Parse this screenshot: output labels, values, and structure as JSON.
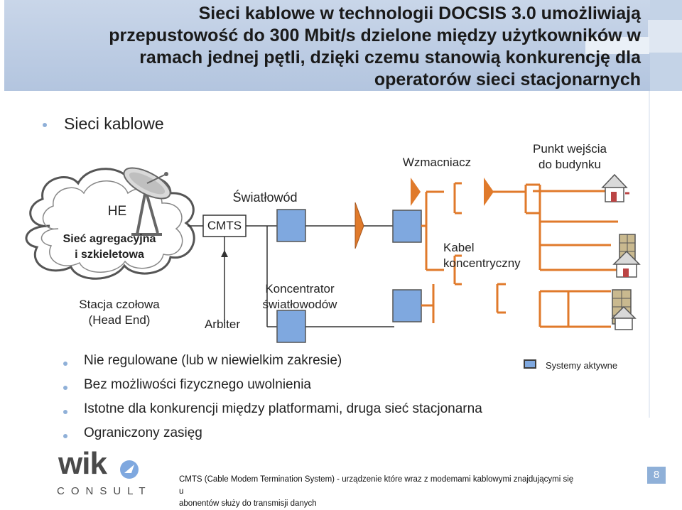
{
  "title": {
    "line1": "Sieci kablowe w technologii DOCSIS 3.0 umożliwiają",
    "line2": "przepustowość do 300 Mbit/s dzielone między użytkowników w",
    "line3": "ramach jednej pętli, dzięki czemu stanowią konkurencję dla",
    "line4": "operatorów sieci stacjonarnych"
  },
  "section_heading": "Sieci kablowe",
  "diagram": {
    "he_label": "HE",
    "cloud_label_line1": "Sieć agregacyjna",
    "cloud_label_line2": "i szkieletowa",
    "head_end_line1": "Stacja czołowa",
    "head_end_line2": "(Head End)",
    "cmts_label": "CMTS",
    "arbiter_label": "Arbiter",
    "fiber_label": "Światłowód",
    "fiber_concentrator_line1": "Koncentrator",
    "fiber_concentrator_line2": "światłowodów",
    "amplifier_label": "Wzmacniacz",
    "coax_line1": "Kabel",
    "coax_line2": "koncentryczny",
    "entry_point_line1": "Punkt wejścia",
    "entry_point_line2": "do budynku"
  },
  "bullets": [
    "Nie regulowane (lub w niewielkim zakresie)",
    "Bez możliwości fizycznego uwolnienia",
    "Istotne dla konkurencji między platformami, druga sieć stacjonarna",
    "Ograniczony zasięg"
  ],
  "legend": {
    "label": "Systemy aktywne",
    "color": "#7fa8df"
  },
  "footer": {
    "note_line1": "CMTS (Cable Modem Termination System) - urządzenie które wraz z modemami kablowymi znajdującymi się u",
    "note_line2": "abonentów służy do transmisji danych",
    "page_number": "8"
  },
  "logo": {
    "text_main": "wik",
    "text_sub": "CONSULT"
  },
  "colors": {
    "header_bg": "#b3c5df",
    "accent_blue": "#8fb0d8",
    "active_system": "#7fa8df",
    "amplifier_orange": "#e07a2b",
    "cloud_line": "#4a4a4a"
  }
}
